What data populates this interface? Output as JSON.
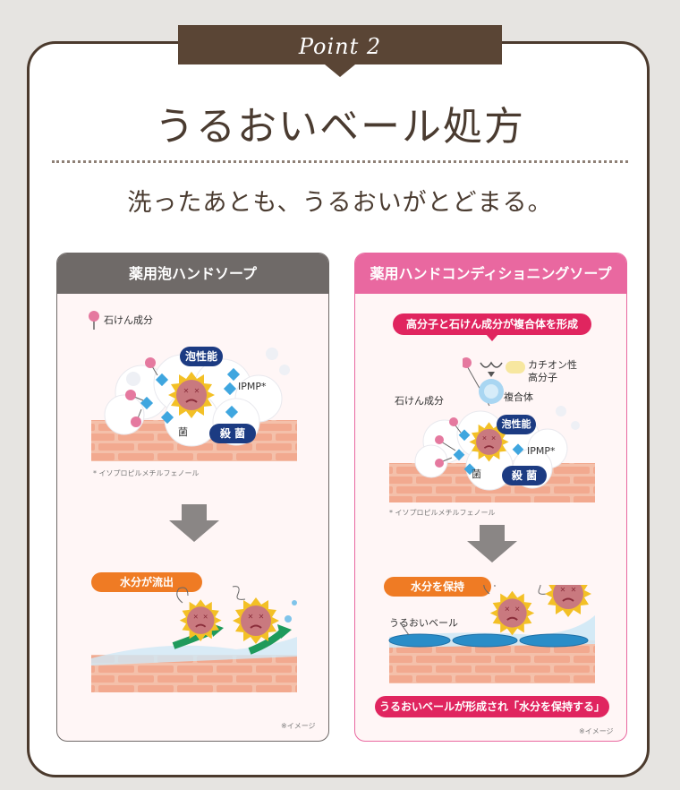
{
  "header": {
    "point_label": "Point 2"
  },
  "title": "うるおいベール処方",
  "subtitle": "洗ったあとも、うるおいがとどまる。",
  "left_panel": {
    "title": "薬用泡ハンドソープ",
    "legend_soap": "石けん成分",
    "foam_label": "泡性能",
    "ipmp_label": "IPMP*",
    "germ_label": "菌",
    "sterilize_label": "殺 菌",
    "footnote": "* イソプロピルメチルフェノール",
    "water_label": "水分が流出",
    "image_note": "※イメージ"
  },
  "right_panel": {
    "title": "薬用ハンドコンディショニングソープ",
    "complex_label": "高分子と石けん成分が複合体を形成",
    "cation_label_1": "カチオン性",
    "cation_label_2": "高分子",
    "complex_body_label": "複合体",
    "soap_label": "石けん成分",
    "foam_label": "泡性能",
    "ipmp_label": "IPMP*",
    "germ_label": "菌",
    "sterilize_label": "殺 菌",
    "footnote": "* イソプロピルメチルフェノール",
    "keep_label": "水分を保持",
    "veil_label": "うるおいベール",
    "result_label": "うるおいベールが形成され「水分を保持する」",
    "image_note": "※イメージ"
  },
  "colors": {
    "brown": "#4b3a2d",
    "gray_head": "#6f6a68",
    "pink_head": "#e968a0",
    "navy": "#1c3b82",
    "orange": "#ef7b24",
    "red": "#e0255f"
  }
}
